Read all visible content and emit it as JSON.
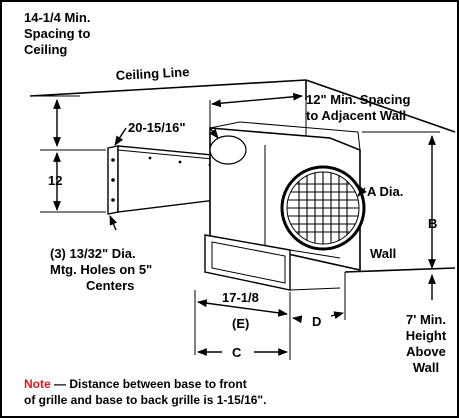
{
  "labels": {
    "ceiling_spacing": [
      "14-1/4 Min.",
      "Spacing to",
      "Ceiling"
    ],
    "ceiling_line": "Ceiling Line",
    "wall_spacing": [
      "12\" Min. Spacing",
      "to Adjacent Wall"
    ],
    "bracket_width": "20-15/16\"",
    "bracket_height": "12",
    "a_dia": "A Dia.",
    "b": "B",
    "wall": "Wall",
    "mtg_holes": [
      "(3) 13/32\" Dia.",
      "Mtg. Holes on 5\"",
      "Centers"
    ],
    "dim_e_value": "17-1/8",
    "dim_e_letter": "(E)",
    "dim_d": "D",
    "dim_c": "C",
    "height_above": [
      "7' Min.",
      "Height",
      "Above",
      "Wall"
    ]
  },
  "note": {
    "prefix": "Note",
    "line1": " — Distance between base to front",
    "line2": "of grille and base to back grille is 1-15/16\"."
  },
  "colors": {
    "note_prefix": "#e8121b",
    "border": "#000000",
    "background": "#ffffff"
  }
}
